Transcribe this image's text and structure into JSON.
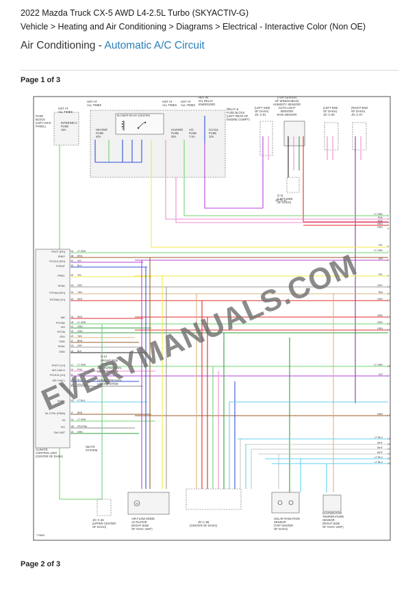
{
  "header": {
    "title": "2022 Mazda Truck CX-5 AWD L4-2.5L Turbo (SKYACTIV-G)",
    "breadcrumb": "Vehicle > Heating and Air Conditioning > Diagrams > Electrical - Interactive Color (Non OE)",
    "section": "Air Conditioning",
    "separator": " - ",
    "subsection": "Automatic A/C Circuit"
  },
  "pages": {
    "first": "Page 1 of 3",
    "second": "Page 2 of 3"
  },
  "watermark": "EVERYMANUALS.COM",
  "diagram": {
    "fuse_block_left": [
      "HOT AT",
      "ALL TIMES",
      "FUSE",
      "BLOCK",
      "(LEFT KICK",
      "PANEL)"
    ],
    "interior2_fuse": [
      "INTERIOR 2",
      "FUSE",
      "15A"
    ],
    "hot_all_times_1": [
      "HOT AT",
      "ALL TIMES"
    ],
    "hot_all_times_2": [
      "HOT AT",
      "ALL TIMES"
    ],
    "hot_all_times_3": [
      "HOT AT",
      "ALL TIMES"
    ],
    "hot_ig1": [
      "HOT IN",
      "IG1 RELAY",
      "ENERGIZED"
    ],
    "relay_block": [
      "RELAY &",
      "FUSE BLOCK",
      "(LEFT REAR OF",
      "ENGINE COMPT)"
    ],
    "blower_relay": "BLOWER RELAY (HEATER)",
    "heater_fuse": [
      "HEATER",
      "FUSE",
      "40A"
    ],
    "hazard_fuse": [
      "HAZARD",
      "FUSE",
      "25A"
    ],
    "ac_fuse": [
      "A/C",
      "FUSE",
      "7.5A"
    ],
    "cu_ig1_fuse": [
      "CU IG1",
      "FUSE",
      "10A"
    ],
    "jc_c01": [
      "(LEFT SIDE",
      "OF DASH)",
      "J/C C-01"
    ],
    "rain_sensor": [
      "(TOP CENTER",
      "OF WINDSHIELD)",
      "HUMIDITY SENSOR/",
      "AUTO LIGHT",
      "SENSOR/",
      "RAIN SENSOR"
    ],
    "jc_c08": [
      "(LEFT END",
      "OF DASH)",
      "J/C C-08"
    ],
    "jc_c07": [
      "(RIGHT END",
      "OF DASH)",
      "J/C C-07"
    ],
    "jc_g11": "J/C G-11",
    "g11": [
      "G-11",
      "(LEFT SIDE",
      "OF DASH)"
    ],
    "g12": [
      "G-12",
      "(RIGHT SIDE",
      "OF DASH)"
    ],
    "computer_data_1": [
      "COMPUTER DATA",
      "LINES SYSTEM"
    ],
    "computer_data_2": [
      "COMPUTER DATA",
      "LINES SYSTEM"
    ],
    "seats_system": [
      "SEATS",
      "SYSTEM"
    ],
    "ccu": [
      "CLIMATE",
      "CONTROL UNIT",
      "(CENTER OF DASH)"
    ],
    "ccu_pins": [
      "PHOT (RH)",
      "PREF",
      "PCOLD (RH)",
      "PVENT",
      "PREC",
      "PFRE",
      "POTAM (RH)",
      "POTAM (LH)",
      "INE",
      "POTAD",
      "+5V",
      "POTAI",
      "G5V",
      "GND",
      "SGAL",
      "GND",
      "PHOT (LH)",
      "MS CAN H",
      "PCOLD (LH)",
      "MS CAN L",
      "IG1",
      "SGND",
      "BL CTRL (PWM)",
      "+B",
      "IG1",
      "SW LMIT"
    ],
    "ccu_wires": [
      {
        "pin": "2A",
        "color": "LT GRN"
      },
      {
        "pin": "2B",
        "color": "BRN"
      },
      {
        "pin": "2C",
        "color": "VIO"
      },
      {
        "pin": "2D",
        "color": "BLU"
      },
      {
        "pin": "2E",
        "color": "YEL"
      },
      {
        "pin": "2G",
        "color": "GRY"
      },
      {
        "pin": "2H",
        "color": "TAN"
      },
      {
        "pin": "2K",
        "color": "RED"
      },
      {
        "pin": "1A",
        "color": "RED"
      },
      {
        "pin": "1B",
        "color": "LT GRN"
      },
      {
        "pin": "1C",
        "color": "GRN"
      },
      {
        "pin": "1D",
        "color": "GRN"
      },
      {
        "pin": "1E",
        "color": "TAN"
      },
      {
        "pin": "1F",
        "color": "BRN"
      },
      {
        "pin": "1G",
        "color": "GRY"
      },
      {
        "pin": "1H",
        "color": "BLK"
      },
      {
        "pin": "1J",
        "color": "LT GRN"
      },
      {
        "pin": "1K",
        "color": "PNK"
      },
      {
        "pin": "1L",
        "color": "VIO"
      },
      {
        "pin": "1M",
        "color": "BLU"
      },
      {
        "pin": "1N",
        "color": "PPL/RED"
      },
      {
        "pin": "1Q",
        "color": "LT BLU"
      },
      {
        "pin": "1T",
        "color": "BRN"
      },
      {
        "pin": "1U",
        "color": "LT GRN"
      },
      {
        "pin": "1W",
        "color": "PPL/PNK"
      },
      {
        "pin": "1S",
        "color": "GRN"
      }
    ],
    "right_wires": [
      {
        "n": "1",
        "color": "LT GRN"
      },
      {
        "n": "2",
        "color": "PNK"
      },
      {
        "n": "3",
        "color": "PNK"
      },
      {
        "n": "4",
        "color": "RED"
      },
      {
        "n": "5",
        "color": "RED"
      },
      {
        "n": "6",
        "color": "YEL"
      },
      {
        "n": "7",
        "color": "LT GRN"
      },
      {
        "n": "8",
        "color": "VIO"
      },
      {
        "n": "9",
        "color": "YEL"
      },
      {
        "n": "10",
        "color": "GRY"
      },
      {
        "n": "11",
        "color": "TAN"
      },
      {
        "n": "12",
        "color": "RED"
      },
      {
        "n": "13",
        "color": "RED"
      },
      {
        "n": "14",
        "color": "RED"
      },
      {
        "n": "15",
        "color": "GRN"
      },
      {
        "n": "16",
        "color": "LT GRN"
      },
      {
        "n": "17",
        "color": "VIO"
      },
      {
        "n": "18",
        "color": "BRN"
      },
      {
        "n": "19",
        "color": "LT BLU"
      },
      {
        "n": "20",
        "color": "WHT"
      },
      {
        "n": "21",
        "color": "WHT"
      },
      {
        "n": "22",
        "color": "WHT"
      },
      {
        "n": "23",
        "color": "LT BLU"
      },
      {
        "n": "24",
        "color": "LT BLU"
      }
    ],
    "jc_c48": [
      "J/C C-48",
      "(UPPER CENTER",
      "OF DASH)"
    ],
    "airflow_actuator": [
      "AIR FLOW MODE",
      "ACTUATOR",
      "(RIGHT SIDE",
      "OF HVAC UNIT)"
    ],
    "jc_c58": [
      "J/C C-58",
      "(CENTER OF DASH)"
    ],
    "solar_sensor": [
      "SOLAR RADIATION",
      "SENSOR",
      "(TOP CENTER",
      "OF DASH)"
    ],
    "evap_sensor": [
      "EVAPORATOR",
      "TEMPERATURE",
      "SENSOR",
      "(RIGHT SIDE",
      "OF HVAC UNIT)"
    ],
    "figure_id": "779805"
  },
  "colors": {
    "LT GRN": "#6ed36e",
    "GRN": "#2e9e3a",
    "PNK": "#f08ad2",
    "RED": "#e02828",
    "YEL": "#f3ea3c",
    "VIO": "#b040d8",
    "BLU": "#2f4fd6",
    "GRY": "#9a9a9a",
    "TAN": "#d8b47c",
    "BRN": "#9a5a2a",
    "LT BLU": "#5fd0f0",
    "WHT": "#c8c8c8",
    "BLK": "#222222",
    "PPL": "#7a3aa0",
    "frame": "#3a3a3a",
    "accent": "#2a7db8"
  }
}
